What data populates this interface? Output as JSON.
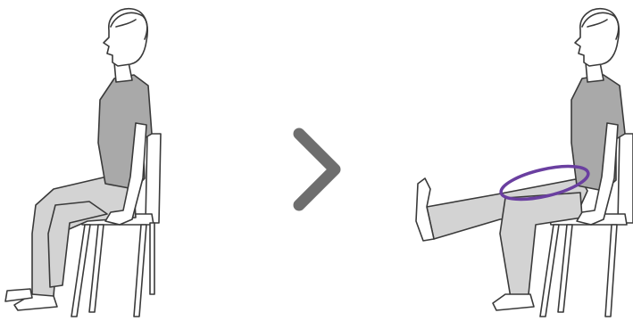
{
  "figure": {
    "steps": [
      {
        "pose": "seated-knees-bent"
      },
      {
        "pose": "seated-leg-extended"
      }
    ],
    "arrow_icon": "chevron-right-icon",
    "highlight": {
      "target": "thigh",
      "color": "#6a3fa0"
    },
    "colors": {
      "skin": "#ffffff",
      "shirt": "#a9a9a9",
      "pants": "#d3d3d3",
      "outline": "#3a3a3a",
      "chair": "#ffffff",
      "arrow": "#6e6e6e"
    }
  }
}
